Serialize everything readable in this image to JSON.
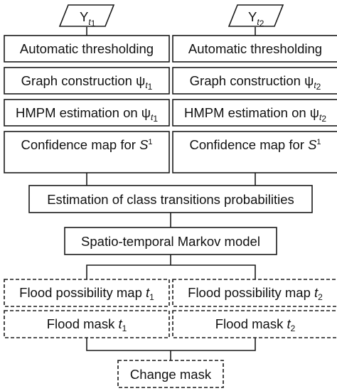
{
  "inputs": {
    "left": {
      "symbol": "Y",
      "subscript_base": "t",
      "subscript_index": "1"
    },
    "right": {
      "symbol": "Y",
      "subscript_base": "t",
      "subscript_index": "2"
    }
  },
  "left_column": {
    "threshold": "Automatic thresholding",
    "graph_text": "Graph construction ",
    "graph_psi": "ψ",
    "graph_sub_t": "t",
    "graph_sub_idx": "1",
    "hmpm_text": "HMPM estimation on ",
    "hmpm_psi": "ψ",
    "hmpm_sub_t": "t",
    "hmpm_sub_idx": "1",
    "conf_text": "Confidence map for ",
    "conf_S": "S",
    "conf_sup": "1"
  },
  "right_column": {
    "threshold": "Automatic thresholding",
    "graph_text": "Graph construction ",
    "graph_psi": "ψ",
    "graph_sub_t": "t",
    "graph_sub_idx": "2",
    "hmpm_text": "HMPM estimation on ",
    "hmpm_psi": "ψ",
    "hmpm_sub_t": "t",
    "hmpm_sub_idx": "2",
    "conf_text": "Confidence map for ",
    "conf_S": "S",
    "conf_sup": "1"
  },
  "transitions": "Estimation of class transitions probabilities",
  "markov": "Spatio-temporal Markov model",
  "outputs": {
    "left_possibility_text": "Flood possibility map ",
    "left_possibility_t": "t",
    "left_possibility_idx": "1",
    "right_possibility_text": "Flood possibility map ",
    "right_possibility_t": "t",
    "right_possibility_idx": "2",
    "left_mask_text": "Flood mask ",
    "left_mask_t": "t",
    "left_mask_idx": "1",
    "right_mask_text": "Flood mask ",
    "right_mask_t": "t",
    "right_mask_idx": "2"
  },
  "change_mask": "Change mask"
}
